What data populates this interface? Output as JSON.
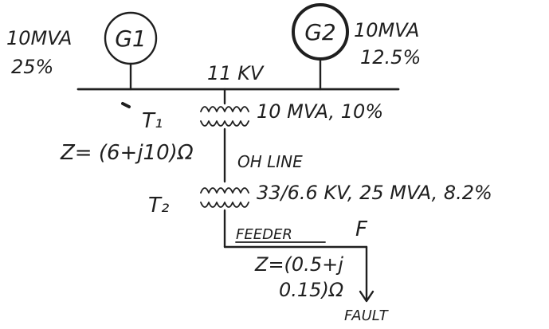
{
  "g1": {
    "label": "G1",
    "rating": "10MVA",
    "reactance": "25%"
  },
  "g2": {
    "label": "G2",
    "rating": "10MVA",
    "reactance": "12.5%"
  },
  "bus": {
    "voltage": "11 KV"
  },
  "t1": {
    "label": "T₁",
    "rating": "10 MVA, 10%"
  },
  "line": {
    "impedance": "Z= (6+j10)Ω",
    "label": "OH LINE"
  },
  "t2": {
    "label": "T₂",
    "rating": "33/6.6 KV, 25 MVA, 8.2%"
  },
  "feeder": {
    "label": "FEEDER",
    "point": "F",
    "impedance_line1": "Z=(0.5+j",
    "impedance_line2": "0.15)Ω",
    "fault": "FAULT"
  }
}
